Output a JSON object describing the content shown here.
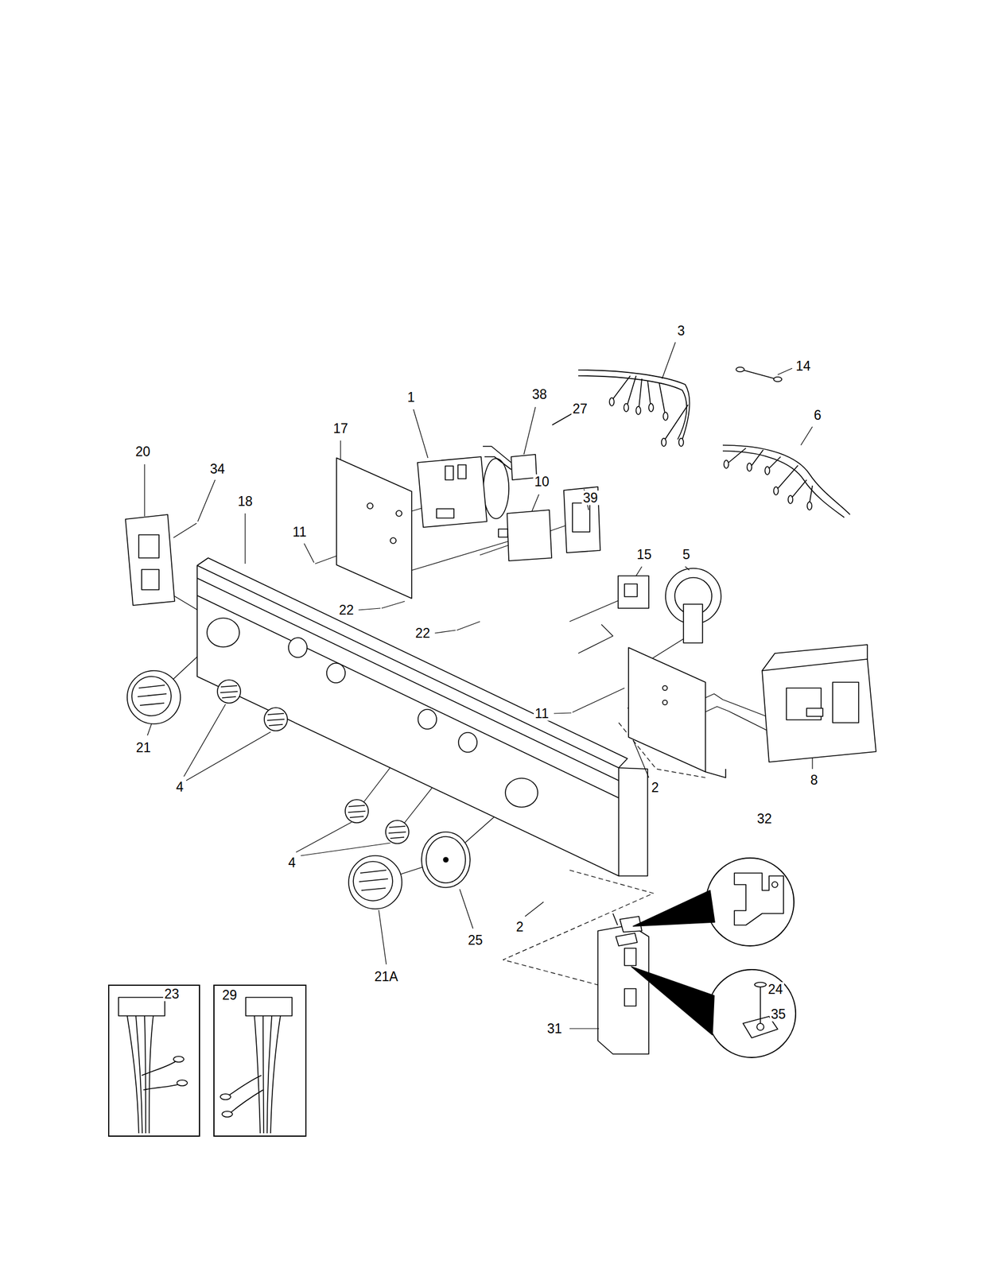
{
  "diagram": {
    "nodes": [
      {
        "text": [
          "32"
        ]
      },
      {
        "text": [
          "24",
          "35"
        ]
      },
      {
        "text": [
          "23"
        ]
      },
      {
        "text": [
          "29"
        ]
      }
    ],
    "labels": [
      "3",
      "14",
      "1",
      "38",
      "27",
      "6",
      "20",
      "17",
      "34",
      "18",
      "10",
      "39",
      "11",
      "15",
      "5",
      "22",
      "22",
      "21",
      "11",
      "8",
      "2",
      "4",
      "4",
      "2",
      "25",
      "21A",
      "31"
    ]
  }
}
